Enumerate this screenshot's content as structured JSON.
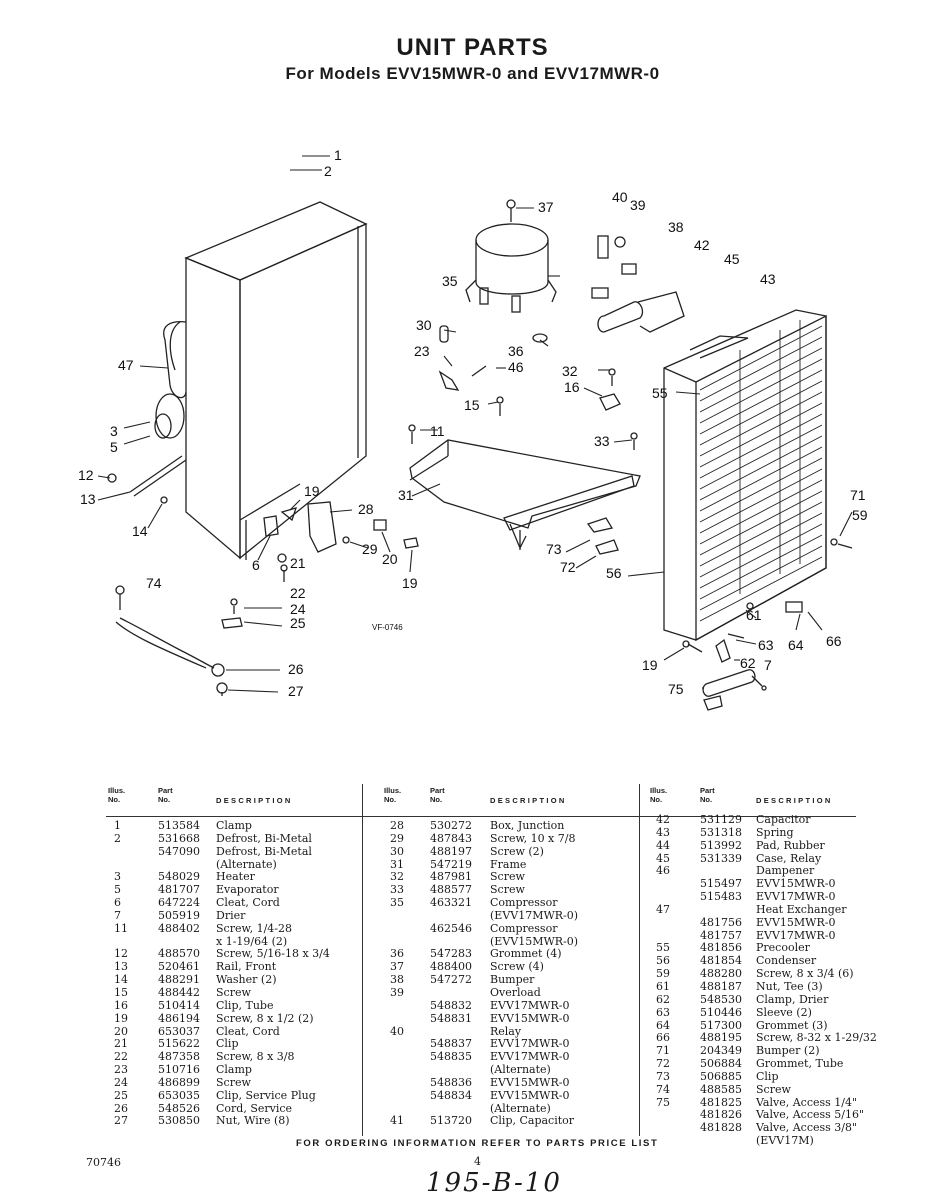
{
  "header": {
    "title": "UNIT PARTS",
    "subtitle": "For Models EVV15MWR-0 and EVV17MWR-0"
  },
  "diagram": {
    "ref_code": "VF-0746",
    "callouts": [
      "1",
      "2",
      "37",
      "40",
      "39",
      "38",
      "42",
      "45",
      "43",
      "35",
      "30",
      "36",
      "46",
      "23",
      "32",
      "16",
      "15",
      "55",
      "11",
      "33",
      "31",
      "71",
      "59",
      "47",
      "3",
      "5",
      "12",
      "13",
      "14",
      "19",
      "28",
      "6",
      "21",
      "29",
      "20",
      "19",
      "73",
      "72",
      "56",
      "22",
      "24",
      "25",
      "74",
      "26",
      "27",
      "61",
      "63",
      "64",
      "66",
      "19",
      "62",
      "7",
      "75"
    ]
  },
  "table": {
    "header_illus": "Illus.",
    "header_illus2": "No.",
    "header_part": "Part",
    "header_part2": "No.",
    "header_desc": "DESCRIPTION",
    "col1": [
      [
        "1",
        "513584",
        "Clamp"
      ],
      [
        "2",
        "531668",
        "Defrost, Bi-Metal"
      ],
      [
        "",
        "547090",
        "Defrost, Bi-Metal"
      ],
      [
        "",
        "",
        "   (Alternate)"
      ],
      [
        "3",
        "548029",
        "Heater"
      ],
      [
        "5",
        "481707",
        "Evaporator"
      ],
      [
        "6",
        "647224",
        "Cleat, Cord"
      ],
      [
        "7",
        "505919",
        "Drier"
      ],
      [
        "11",
        "488402",
        "Screw, 1/4-28"
      ],
      [
        "",
        "",
        "x 1-19/64 (2)"
      ],
      [
        "12",
        "488570",
        "Screw, 5/16-18 x 3/4"
      ],
      [
        "13",
        "520461",
        "Rail, Front"
      ],
      [
        "14",
        "488291",
        "Washer (2)"
      ],
      [
        "15",
        "488442",
        "Screw"
      ],
      [
        "16",
        "510414",
        "Clip, Tube"
      ],
      [
        "19",
        "486194",
        "Screw, 8 x 1/2 (2)"
      ],
      [
        "20",
        "653037",
        "Cleat, Cord"
      ],
      [
        "21",
        "515622",
        "Clip"
      ],
      [
        "22",
        "487358",
        "Screw, 8 x 3/8"
      ],
      [
        "23",
        "510716",
        "Clamp"
      ],
      [
        "24",
        "486899",
        "Screw"
      ],
      [
        "25",
        "653035",
        "Clip, Service Plug"
      ],
      [
        "26",
        "548526",
        "Cord, Service"
      ],
      [
        "27",
        "530850",
        "Nut, Wire (8)"
      ]
    ],
    "col2": [
      [
        "28",
        "530272",
        "Box, Junction"
      ],
      [
        "29",
        "487843",
        "Screw, 10 x 7/8"
      ],
      [
        "30",
        "488197",
        "Screw (2)"
      ],
      [
        "31",
        "547219",
        "Frame"
      ],
      [
        "32",
        "487981",
        "Screw"
      ],
      [
        "33",
        "488577",
        "Screw"
      ],
      [
        "35",
        "463321",
        "Compressor"
      ],
      [
        "",
        "",
        "(EVV17MWR-0)"
      ],
      [
        "",
        "462546",
        "Compressor"
      ],
      [
        "",
        "",
        "(EVV15MWR-0)"
      ],
      [
        "36",
        "547283",
        "Grommet (4)"
      ],
      [
        "37",
        "488400",
        "Screw (4)"
      ],
      [
        "38",
        "547272",
        "Bumper"
      ],
      [
        "39",
        "",
        "Overload"
      ],
      [
        "",
        "548832",
        "EVV17MWR-0"
      ],
      [
        "",
        "548831",
        "EVV15MWR-0"
      ],
      [
        "40",
        "",
        "Relay"
      ],
      [
        "",
        "548837",
        "EVV17MWR-0"
      ],
      [
        "",
        "548835",
        "EVV17MWR-0"
      ],
      [
        "",
        "",
        "   (Alternate)"
      ],
      [
        "",
        "548836",
        "EVV15MWR-0"
      ],
      [
        "",
        "548834",
        "EVV15MWR-0"
      ],
      [
        "",
        "",
        "   (Alternate)"
      ],
      [
        "41",
        "513720",
        "Clip, Capacitor"
      ]
    ],
    "col3": [
      [
        "42",
        "531129",
        "Capacitor"
      ],
      [
        "43",
        "531318",
        "Spring"
      ],
      [
        "44",
        "513992",
        "Pad, Rubber"
      ],
      [
        "45",
        "531339",
        "Case, Relay"
      ],
      [
        "46",
        "",
        "Dampener"
      ],
      [
        "",
        "515497",
        "EVV15MWR-0"
      ],
      [
        "",
        "515483",
        "EVV17MWR-0"
      ],
      [
        "47",
        "",
        "Heat Exchanger"
      ],
      [
        "",
        "481756",
        "EVV15MWR-0"
      ],
      [
        "",
        "481757",
        "EVV17MWR-0"
      ],
      [
        "55",
        "481856",
        "Precooler"
      ],
      [
        "56",
        "481854",
        "Condenser"
      ],
      [
        "59",
        "488280",
        "Screw, 8 x 3/4 (6)"
      ],
      [
        "61",
        "488187",
        "Nut, Tee (3)"
      ],
      [
        "62",
        "548530",
        "Clamp, Drier"
      ],
      [
        "63",
        "510446",
        "Sleeve (2)"
      ],
      [
        "64",
        "517300",
        "Grommet (3)"
      ],
      [
        "66",
        "488195",
        "Screw, 8-32 x 1-29/32"
      ],
      [
        "71",
        "204349",
        "Bumper (2)"
      ],
      [
        "72",
        "506884",
        "Grommet, Tube"
      ],
      [
        "73",
        "506885",
        "Clip"
      ],
      [
        "74",
        "488585",
        "Screw"
      ],
      [
        "75",
        "481825",
        "Valve, Access 1/4\""
      ],
      [
        "",
        "481826",
        "Valve, Access 5/16\""
      ],
      [
        "",
        "481828",
        "Valve, Access 3/8\""
      ],
      [
        "",
        "",
        "(EVV17M)"
      ]
    ]
  },
  "footer": {
    "note": "FOR ORDERING INFORMATION REFER TO PARTS PRICE LIST",
    "doc_number": "70746",
    "page_number": "4",
    "handwritten": "195-B-10"
  }
}
